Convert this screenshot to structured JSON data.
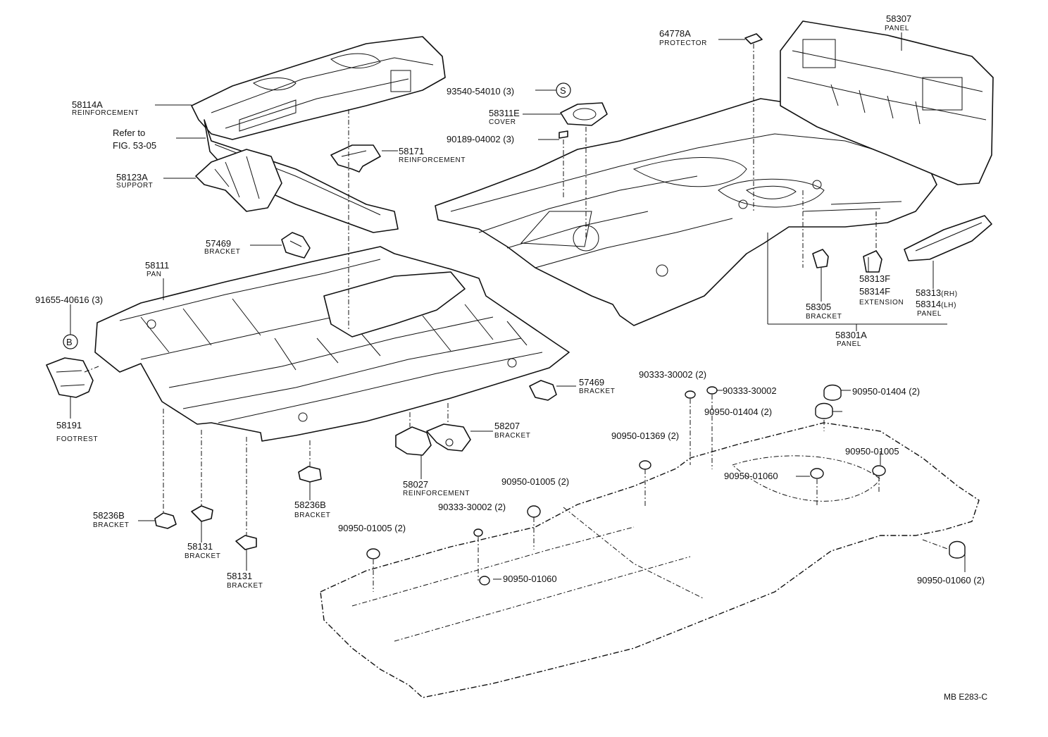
{
  "labels": {
    "p58114a": {
      "num": "58114A",
      "name": "REINFORCEMENT"
    },
    "refer": {
      "line1": "Refer to",
      "line2": "FIG. 53-05"
    },
    "p58123a": {
      "num": "58123A",
      "name": "SUPPORT"
    },
    "p58171": {
      "num": "58171",
      "name": "REINFORCEMENT"
    },
    "p57469a": {
      "num": "57469",
      "name": "BRACKET"
    },
    "p58111": {
      "num": "58111",
      "name": "PAN"
    },
    "p91655": {
      "num": "91655-40616 (3)"
    },
    "circle_b": "B",
    "p58191": {
      "num": "58191",
      "name": "FOOTREST"
    },
    "p57469b": {
      "num": "57469",
      "name": "BRACKET"
    },
    "p58207": {
      "num": "58207",
      "name": "BRACKET"
    },
    "p58027": {
      "num": "58027",
      "name": "REINFORCEMENT"
    },
    "p58236b_a": {
      "num": "58236B",
      "name": "BRACKET"
    },
    "p58236b_b": {
      "num": "58236B",
      "name": "BRACKET"
    },
    "p58131_a": {
      "num": "58131",
      "name": "BRACKET"
    },
    "p58131_b": {
      "num": "58131",
      "name": "BRACKET"
    },
    "p64778a": {
      "num": "64778A",
      "name": "PROTECTOR"
    },
    "p58307": {
      "num": "58307",
      "name": "PANEL"
    },
    "p93540": {
      "num": "93540-54010 (3)"
    },
    "circle_s": "S",
    "p58311e": {
      "num": "58311E",
      "name": "COVER"
    },
    "p90189": {
      "num": "90189-04002 (3)"
    },
    "p58313f": {
      "num1": "58313F",
      "num2": "58314F",
      "name": "EXTENSION"
    },
    "p58313": {
      "num1": "58313",
      "suf1": "(RH)",
      "num2": "58314",
      "suf2": "(LH)",
      "name": "PANEL"
    },
    "p58305": {
      "num": "58305",
      "name": "BRACKET"
    },
    "p58301a": {
      "num": "58301A",
      "name": "PANEL"
    },
    "g90333a": {
      "num": "90333-30002 (2)"
    },
    "g90333b": {
      "num": "90333-30002"
    },
    "g90950_01404a": {
      "num": "90950-01404 (2)"
    },
    "g90950_01404b": {
      "num": "90950-01404 (2)"
    },
    "g90950_01369": {
      "num": "90950-01369 (2)"
    },
    "g90950_01005a": {
      "num": "90950-01005"
    },
    "g90950_01060a": {
      "num": "90950-01060"
    },
    "g90950_01005b": {
      "num": "90950-01005 (2)"
    },
    "g90333c": {
      "num": "90333-30002 (2)"
    },
    "g90950_01005c": {
      "num": "90950-01005 (2)"
    },
    "g90950_01060b": {
      "num": "90950-01060"
    },
    "g90950_01060c": {
      "num": "90950-01060 (2)"
    }
  },
  "figure_code": "MB E283-C"
}
